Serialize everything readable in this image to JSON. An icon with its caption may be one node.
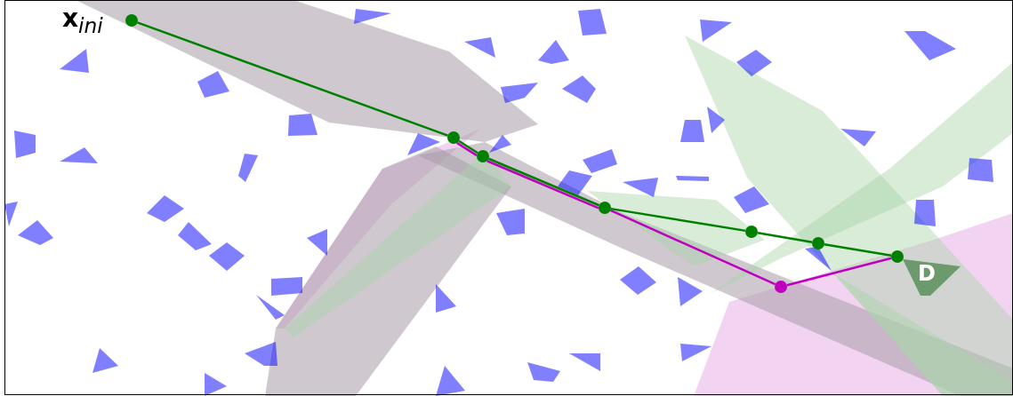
{
  "diagram": {
    "nodes": [
      {
        "text": [],
        "shape": "circle",
        "beside": [
          "**x**$_{ini}$"
        ]
      },
      {
        "text": [],
        "shape": "circle"
      },
      {
        "text": [],
        "shape": "circle"
      },
      {
        "text": [],
        "shape": "circle"
      },
      {
        "text": [],
        "shape": "circle"
      },
      {
        "text": [],
        "shape": "circle"
      },
      {
        "text": [],
        "shape": "circle"
      },
      {
        "text": [],
        "shape": "circle"
      },
      {
        "text": [
          "D"
        ]
      }
    ],
    "edges": [
      {
        "from": 1,
        "to": 2,
        "arrow": "none",
        "color": "#bf00bf"
      },
      {
        "from": 2,
        "to": 3,
        "arrow": "none",
        "color": "#bf00bf"
      },
      {
        "from": 3,
        "to": 7,
        "arrow": "none",
        "color": "#bf00bf"
      },
      {
        "from": 7,
        "to": 6,
        "arrow": "none",
        "color": "#bf00bf"
      },
      {
        "from": 0,
        "to": 1,
        "arrow": "none"
      },
      {
        "from": 1,
        "to": 2,
        "arrow": "none"
      },
      {
        "from": 2,
        "to": 3,
        "arrow": "none"
      },
      {
        "from": 3,
        "to": 4,
        "arrow": "none"
      },
      {
        "from": 4,
        "to": 5,
        "arrow": "none"
      },
      {
        "from": 5,
        "to": 6,
        "arrow": "none"
      }
    ]
  }
}
